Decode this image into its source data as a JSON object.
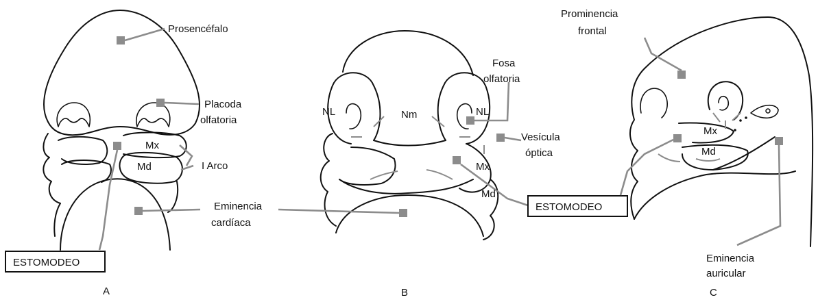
{
  "labels": {
    "prosencefalo": "Prosencéfalo",
    "placoda_1": "Placoda",
    "placoda_2": "olfatoria",
    "mx": "Mx",
    "md": "Md",
    "i_arco": "I Arco",
    "eminencia_cardiaca_1": "Eminencia",
    "eminencia_cardiaca_2": "cardíaca",
    "estomodeo": "ESTOMODEO",
    "nl": "NL",
    "nm": "Nm",
    "fosa_1": "Fosa",
    "fosa_2": "olfatoria",
    "vesicula_1": "Vesícula",
    "vesicula_2": "óptica",
    "prominencia_1": "Prominencia",
    "prominencia_2": "frontal",
    "eminencia_auricular_1": "Eminencia",
    "eminencia_auricular_2": "auricular"
  },
  "panels": [
    "A",
    "B",
    "C"
  ]
}
